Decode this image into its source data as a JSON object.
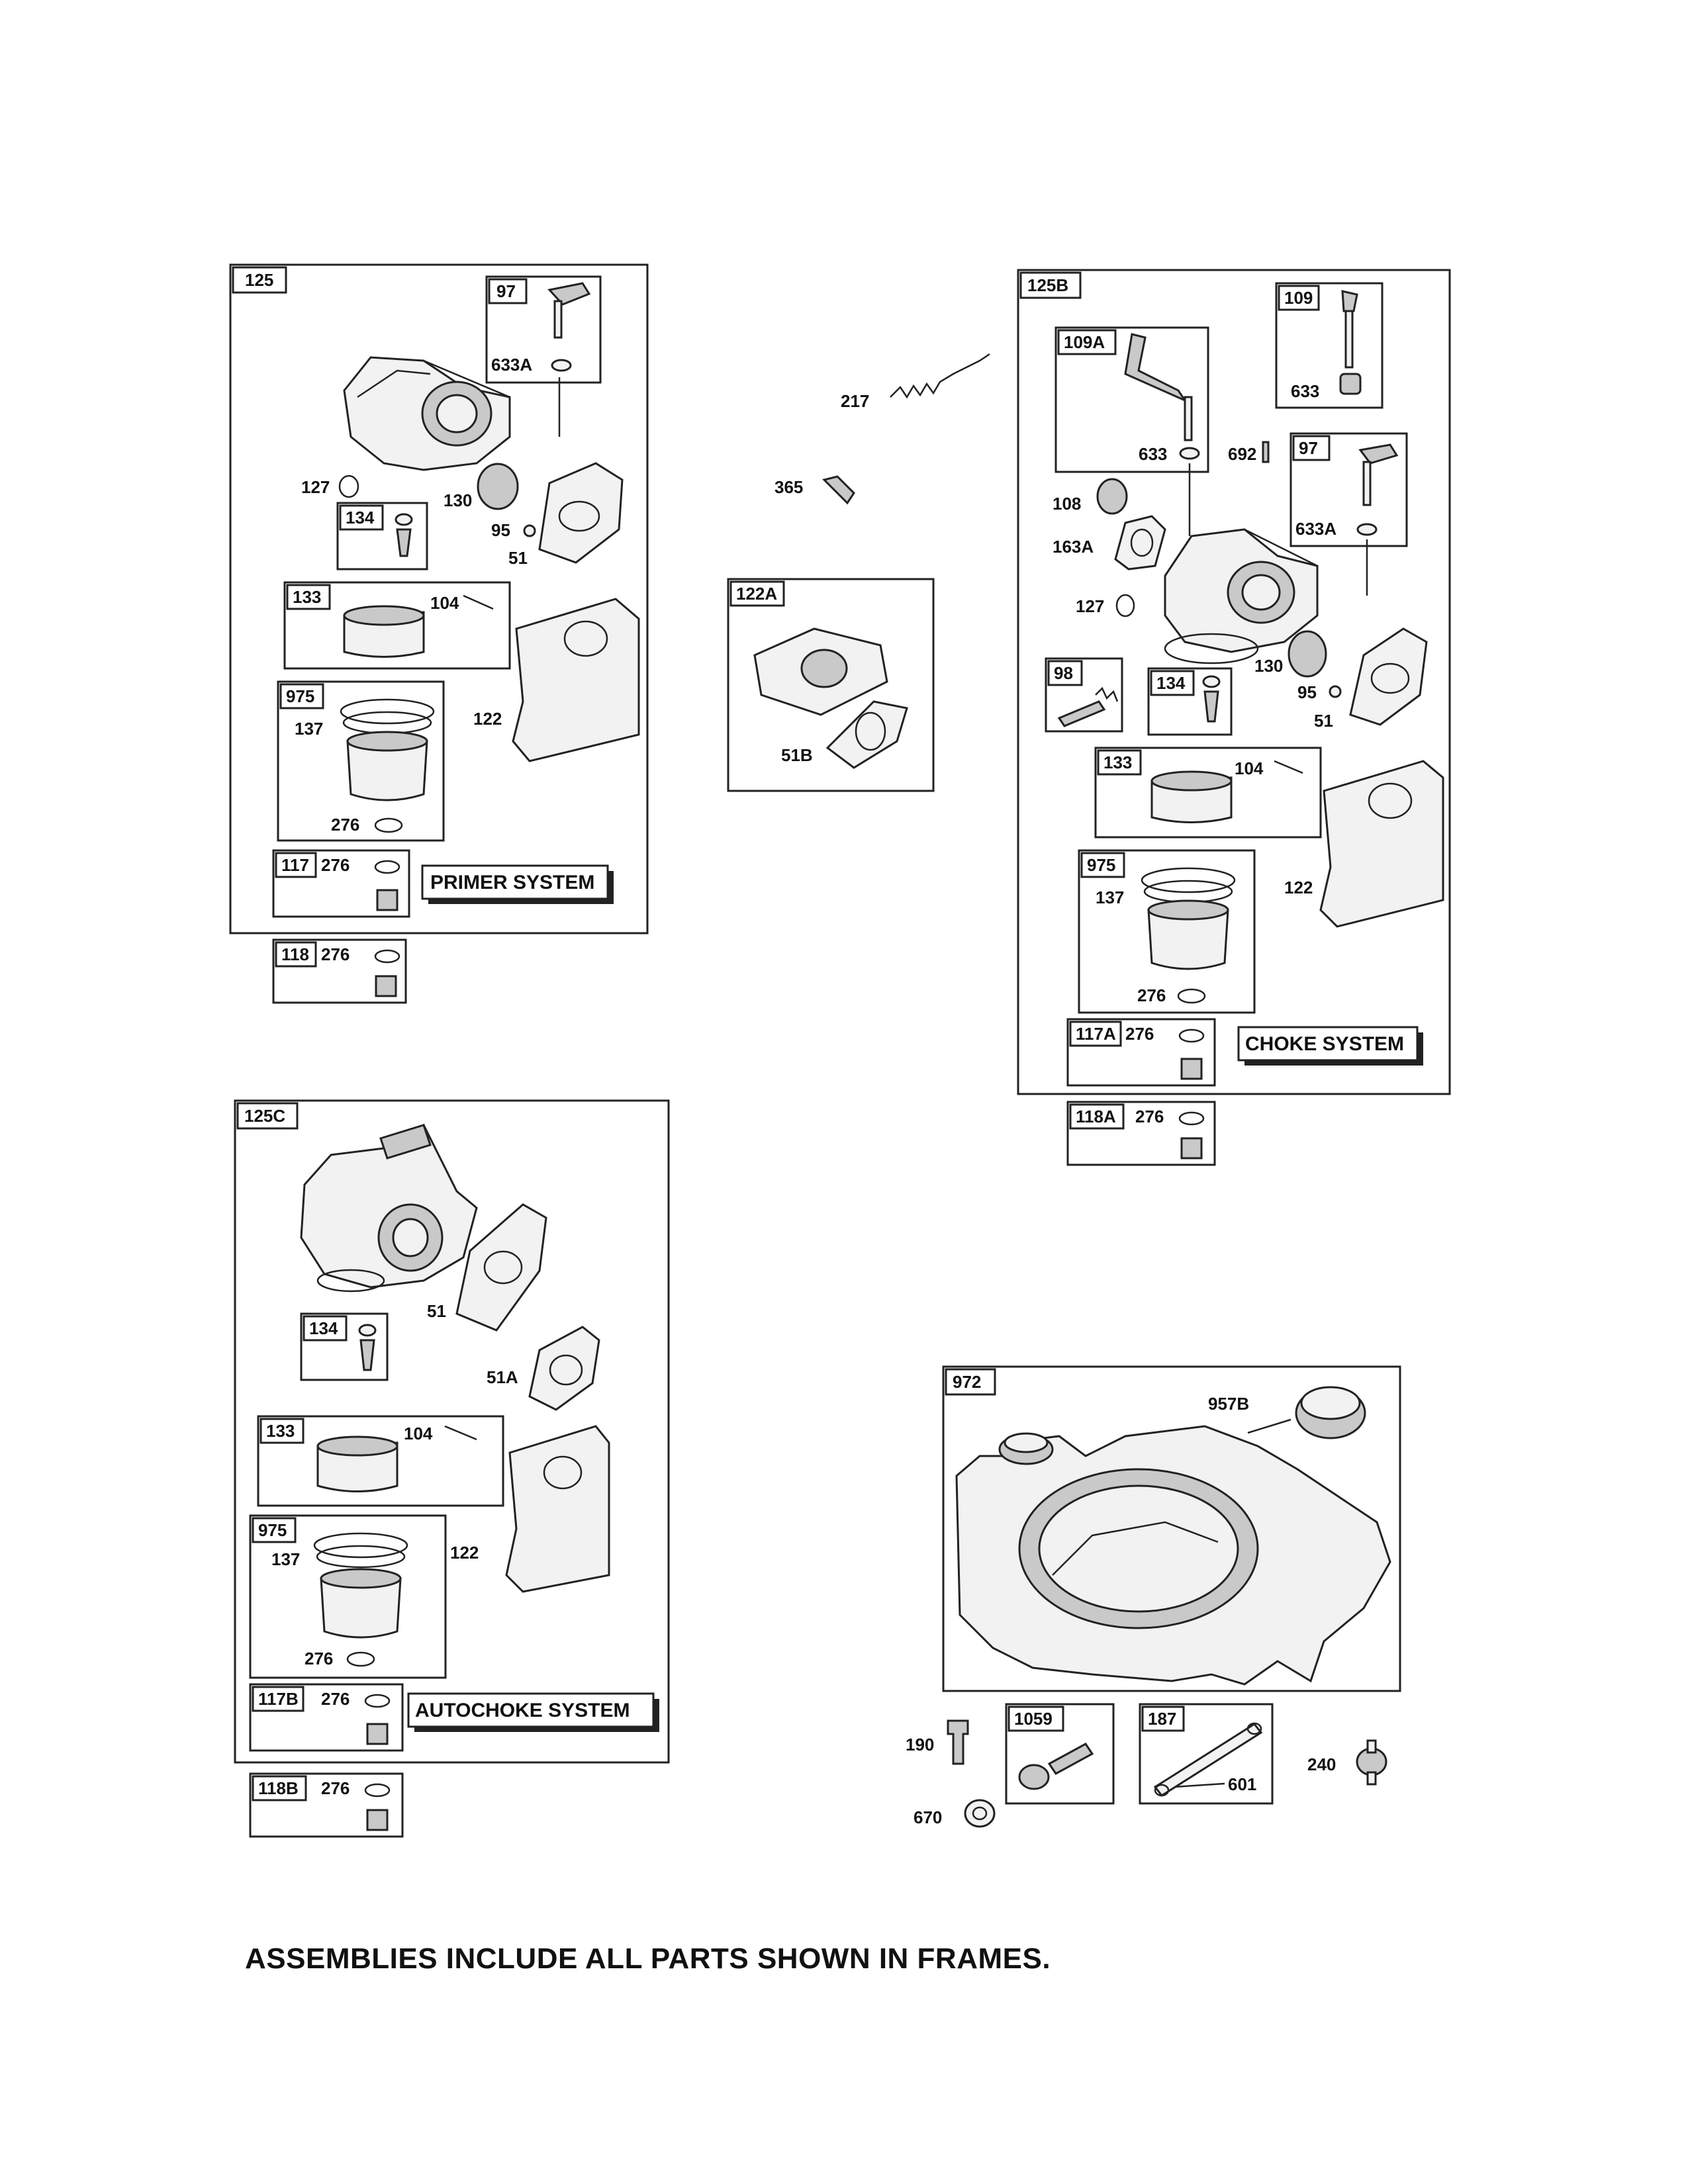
{
  "assemblies": {
    "primer": {
      "frame": "125",
      "system": "PRIMER SYSTEM",
      "labels": {
        "p97": "97",
        "p633a": "633A",
        "p127": "127",
        "p130": "130",
        "p134": "134",
        "p95": "95",
        "p51": "51",
        "p133": "133",
        "p104": "104",
        "p122": "122",
        "p975": "975",
        "p137": "137",
        "p276a": "276",
        "p117": "117",
        "p276b": "276",
        "p118": "118",
        "p276c": "276"
      }
    },
    "spacer": {
      "labels": {
        "p217": "217",
        "p365": "365",
        "p122a": "122A",
        "p51b": "51B"
      }
    },
    "choke": {
      "frame": "125B",
      "system": "CHOKE SYSTEM",
      "labels": {
        "p109a": "109A",
        "p633a": "633",
        "p109": "109",
        "p633b": "633",
        "p692": "692",
        "p97": "97",
        "p633A": "633A",
        "p108": "108",
        "p163a": "163A",
        "p127": "127",
        "p130": "130",
        "p95": "95",
        "p51": "51",
        "p98": "98",
        "p134": "134",
        "p133": "133",
        "p104": "104",
        "p122": "122",
        "p975": "975",
        "p137": "137",
        "p276a": "276",
        "p117a": "117A",
        "p276b": "276",
        "p118a": "118A",
        "p276c": "276"
      }
    },
    "autochoke": {
      "frame": "125C",
      "system": "AUTOCHOKE SYSTEM",
      "labels": {
        "p51": "51",
        "p134": "134",
        "p51a": "51A",
        "p133": "133",
        "p104": "104",
        "p122": "122",
        "p975": "975",
        "p137": "137",
        "p276a": "276",
        "p117b": "117B",
        "p276b": "276",
        "p118b": "118B",
        "p276c": "276"
      }
    },
    "tank": {
      "frame": "972",
      "labels": {
        "p957b": "957B",
        "p190": "190",
        "p1059": "1059",
        "p187": "187",
        "p601": "601",
        "p240": "240",
        "p670": "670"
      }
    }
  },
  "footer": {
    "note": "ASSEMBLIES INCLUDE ALL PARTS SHOWN IN FRAMES."
  }
}
